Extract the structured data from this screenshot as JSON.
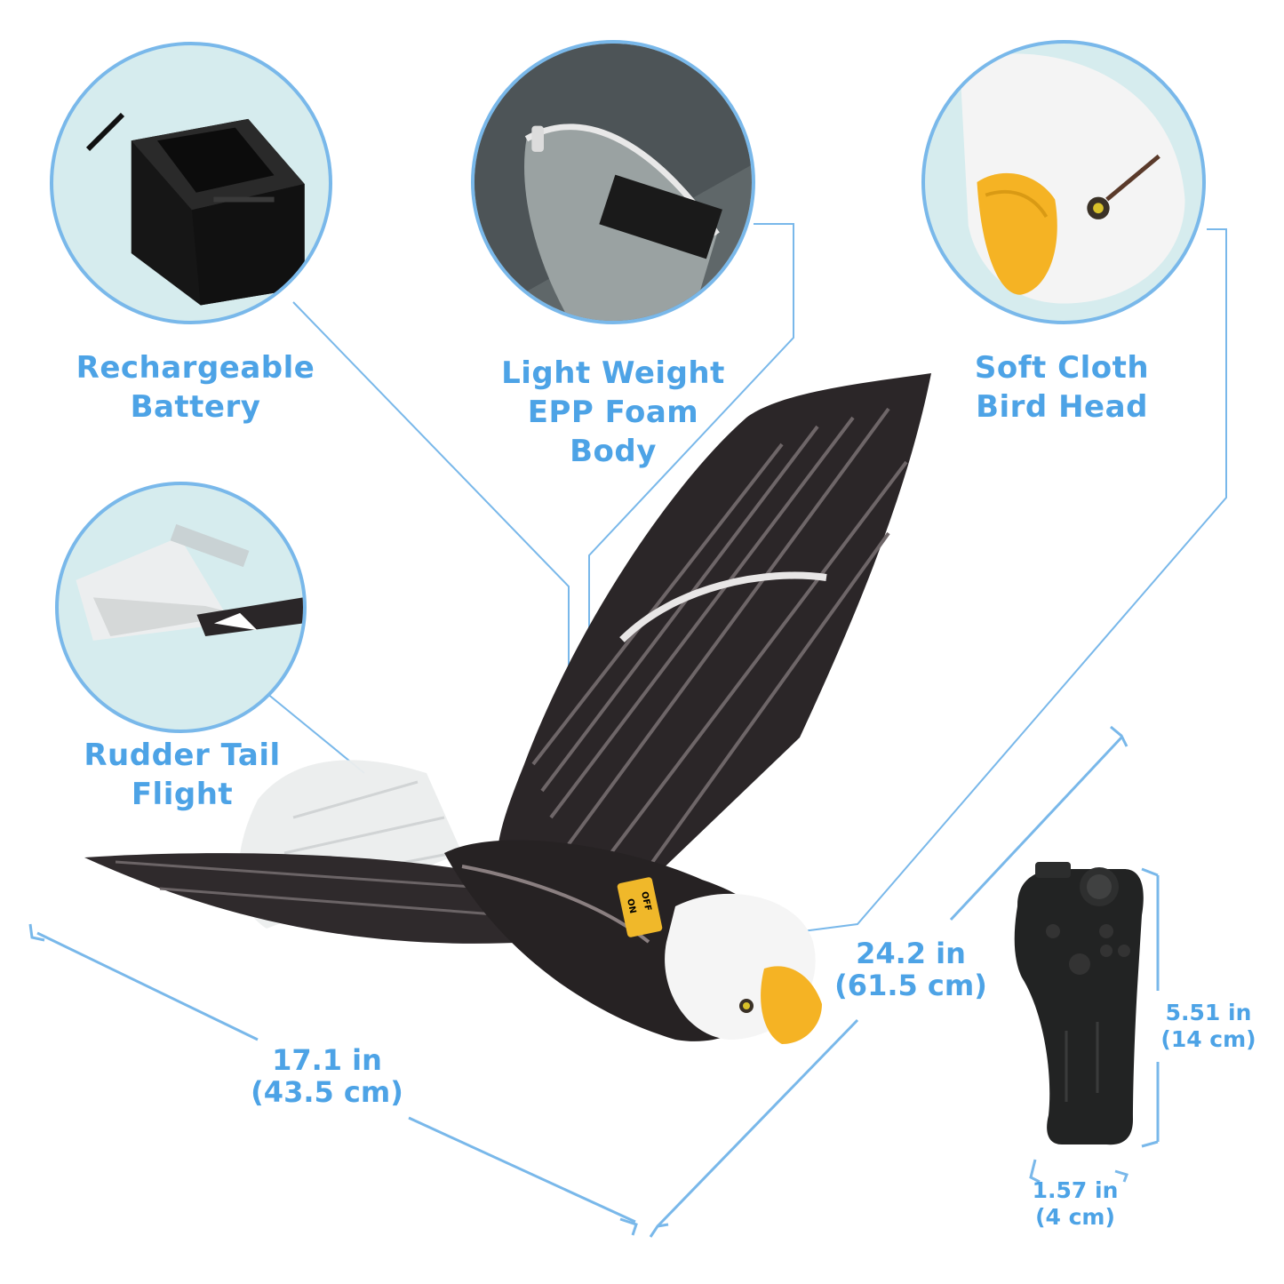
{
  "features": [
    {
      "id": "battery",
      "lines": [
        "Rechargeable",
        "Battery"
      ]
    },
    {
      "id": "foam",
      "lines": [
        "Light Weight",
        "EPP Foam",
        "Body"
      ]
    },
    {
      "id": "head",
      "lines": [
        "Soft Cloth",
        "Bird Head"
      ]
    },
    {
      "id": "tail",
      "lines": [
        "Rudder Tail",
        "Flight"
      ]
    }
  ],
  "dimensions": {
    "length": {
      "imperial": "17.1 in",
      "metric": "(43.5 cm)"
    },
    "wingspan": {
      "imperial": "24.2 in",
      "metric": "(61.5 cm)"
    },
    "remote_height": {
      "imperial": "5.51 in",
      "metric": "(14 cm)"
    },
    "remote_width": {
      "imperial": "1.57 in",
      "metric": "(4 cm)"
    }
  },
  "switch_labels": {
    "off": "OFF",
    "on": "ON"
  },
  "colors": {
    "accent": "#4da3e6",
    "circle_border": "#79b8ea",
    "circle_bg": "#d6ecee",
    "feather_dark": "#2b2628",
    "beak": "#f5b324"
  }
}
